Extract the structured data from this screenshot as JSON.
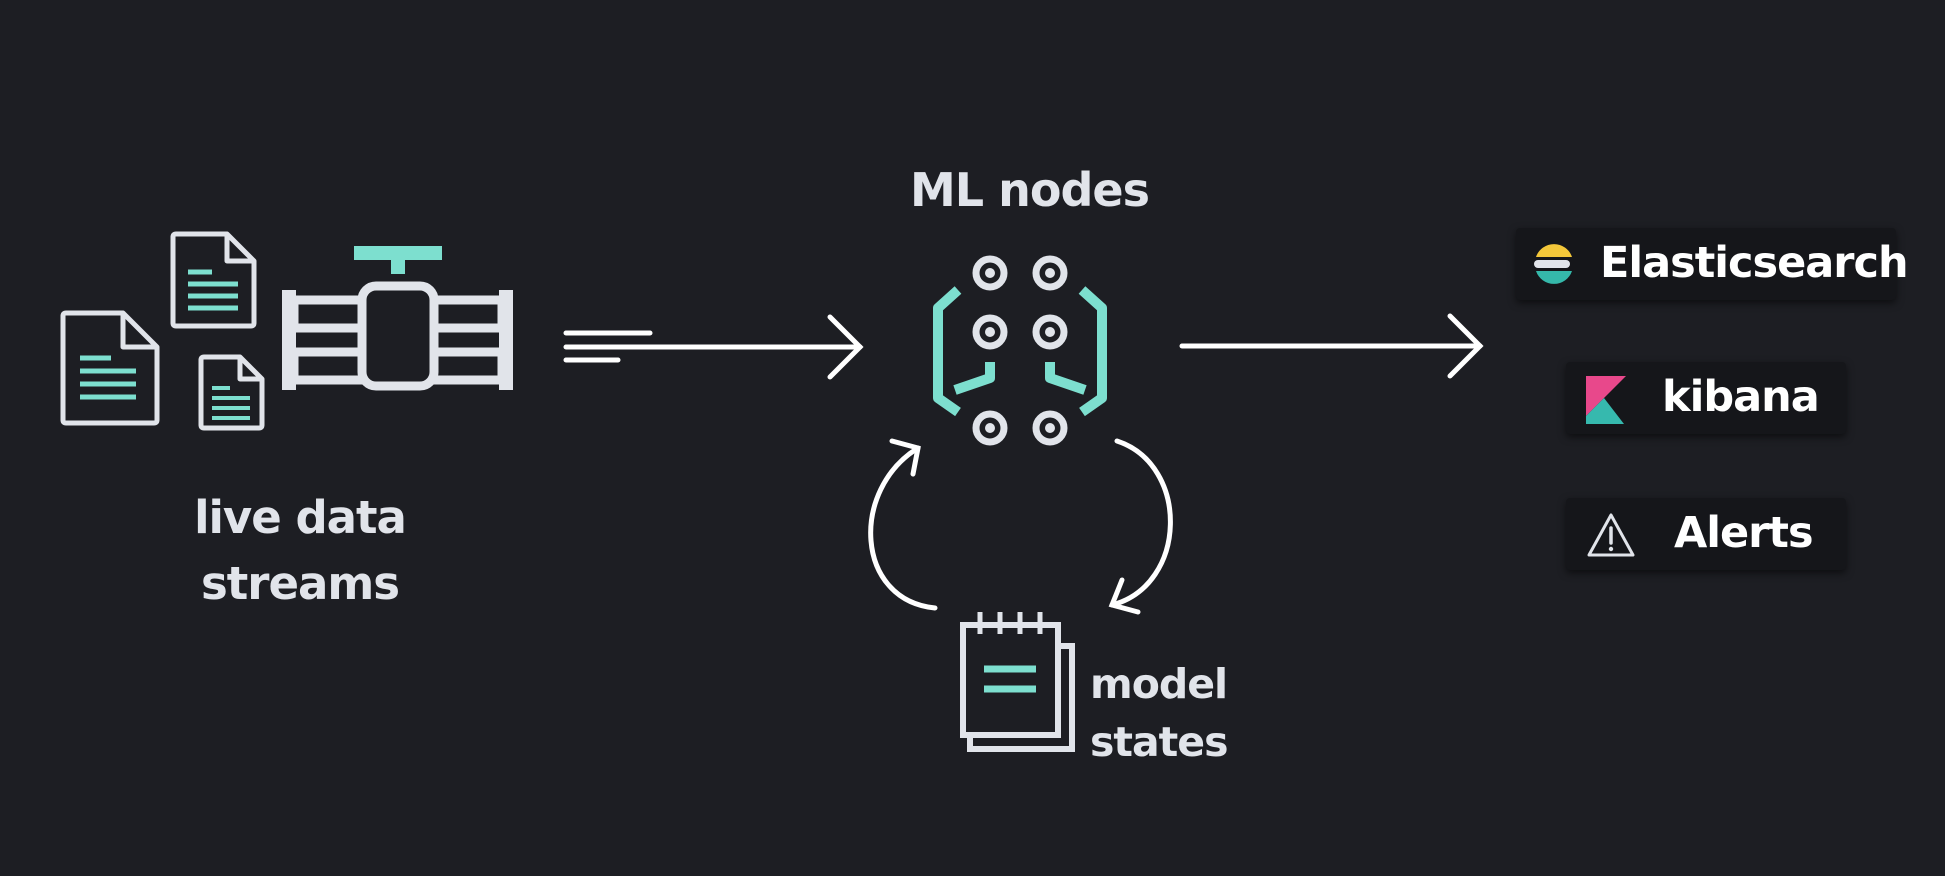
{
  "labels": {
    "live_data_streams": [
      "live data",
      "streams"
    ],
    "ml_nodes": "ML nodes",
    "model_states": [
      "model",
      "states"
    ]
  },
  "outputs": [
    {
      "name": "Elasticsearch",
      "icon": "elasticsearch-logo-icon"
    },
    {
      "name": "kibana",
      "icon": "kibana-logo-icon"
    },
    {
      "name": "Alerts",
      "icon": "warning-triangle-icon"
    }
  ],
  "colors": {
    "background": "#1d1e23",
    "accent": "#7ddfcf",
    "outline": "#e1e4ea",
    "arrow": "#ffffff",
    "box_background": "#15161a",
    "elastic_yellow": "#f3c73a",
    "elastic_teal": "#35b8aa",
    "kibana_pink": "#e8488b",
    "kibana_teal": "#36b9ae"
  }
}
